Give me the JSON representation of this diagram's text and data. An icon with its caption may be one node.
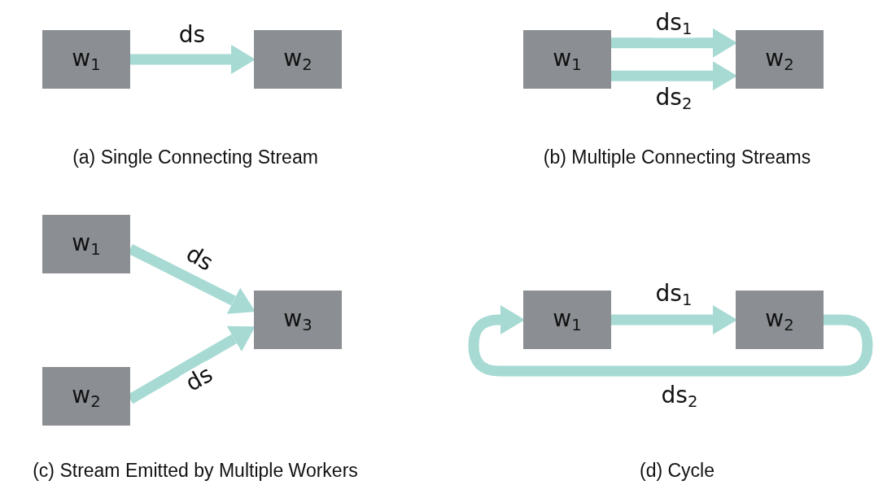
{
  "diagram": {
    "nodes": [
      {
        "text": [
          "w$_{1}$"
        ]
      },
      {
        "text": [
          "w$_{2}$"
        ]
      },
      {
        "text": [
          "w$_{1}$"
        ]
      },
      {
        "text": [
          "w$_{2}$"
        ]
      },
      {
        "text": [
          "w$_{1}$"
        ]
      },
      {
        "text": [
          "w$_{2}$"
        ]
      },
      {
        "text": [
          "w$_{3}$"
        ]
      },
      {
        "text": [
          "w$_{1}$"
        ]
      },
      {
        "text": [
          "w$_{2}$"
        ]
      }
    ],
    "edges": [
      {
        "from": 0,
        "to": 1,
        "arrow": "to",
        "label": "ds"
      },
      {
        "from": 2,
        "to": 3,
        "arrow": "to",
        "label": "ds$_{1}$"
      },
      {
        "from": 2,
        "to": 3,
        "arrow": "to",
        "label": "ds$_{2}$"
      },
      {
        "from": 4,
        "to": 6,
        "arrow": "to",
        "label": "ds"
      },
      {
        "from": 5,
        "to": 6,
        "arrow": "to",
        "label": "ds"
      },
      {
        "from": 7,
        "to": 8,
        "arrow": "to",
        "label": "ds$_{1}$"
      },
      {
        "from": 8,
        "to": 7,
        "arrow": "to",
        "label": "ds$_{2}$"
      }
    ],
    "labels": [
      "(a) Single Connecting Stream",
      "(b) Multiple Connecting Streams",
      "(c) Stream Emitted by Multiple Workers",
      "(d) Cycle"
    ]
  }
}
